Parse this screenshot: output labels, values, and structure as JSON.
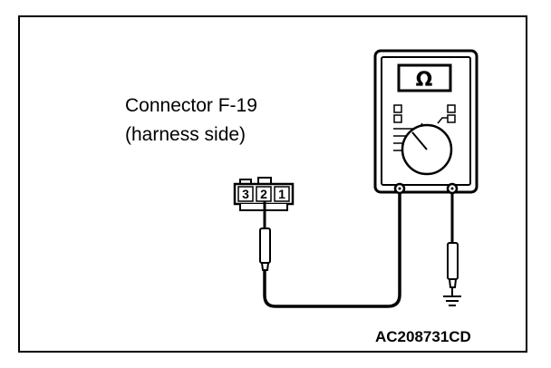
{
  "connector": {
    "title": "Connector F-19",
    "subtitle": "(harness side)",
    "pins": [
      "3",
      "2",
      "1"
    ]
  },
  "meter": {
    "symbol": "Ω",
    "icon": "ohmmeter-icon"
  },
  "figure_code": "AC208731CD",
  "colors": {
    "line": "#000000",
    "background": "#ffffff"
  }
}
